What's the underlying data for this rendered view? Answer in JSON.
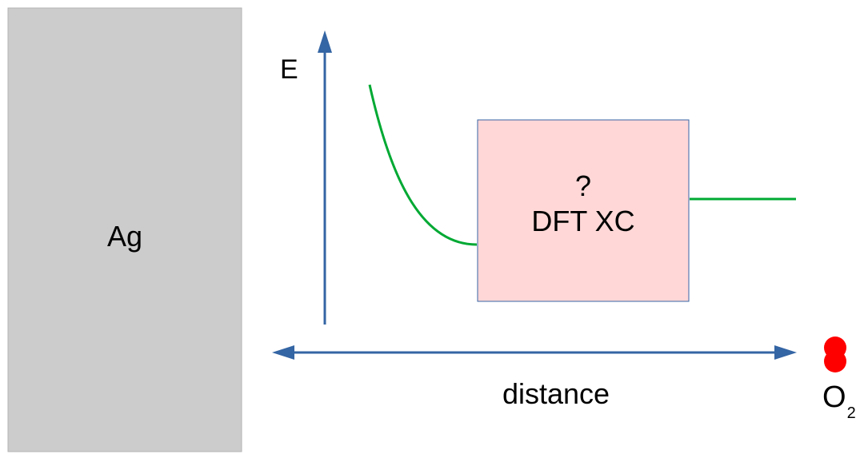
{
  "slab": {
    "label": "Ag",
    "fill": "#cccccc"
  },
  "axes": {
    "y_label": "E",
    "x_label": "distance",
    "axis_color": "#3465a4"
  },
  "box": {
    "line1": "?",
    "line2": "DFT XC",
    "fill": "#ffd7d7",
    "border": "#3465a4"
  },
  "curve": {
    "color": "#00a933"
  },
  "molecule": {
    "symbol": "O",
    "subscript": "2",
    "atom_color": "#ff0000"
  }
}
